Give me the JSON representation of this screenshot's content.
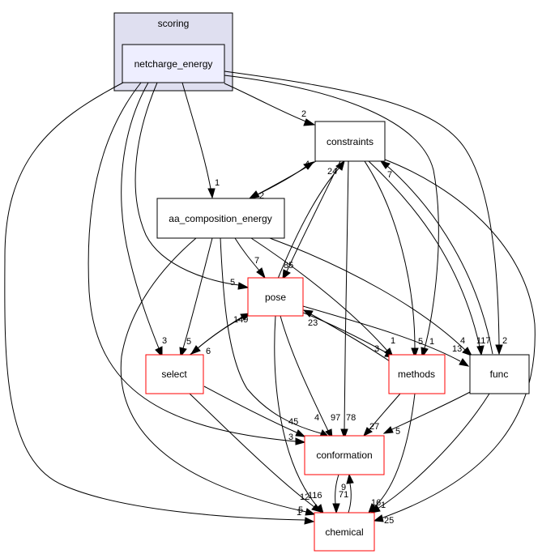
{
  "cluster": {
    "label": "scoring",
    "fill": "#dfdff0",
    "stroke": "#000000"
  },
  "nodes": {
    "netcharge_energy": {
      "label": "netcharge_energy",
      "fill": "#eeeeff",
      "stroke": "#000000"
    },
    "constraints": {
      "label": "constraints",
      "stroke": "#000000"
    },
    "aa_composition_energy": {
      "label": "aa_composition_energy",
      "stroke": "#000000"
    },
    "pose": {
      "label": "pose",
      "stroke": "#ff0000"
    },
    "select": {
      "label": "select",
      "stroke": "#ff0000"
    },
    "methods": {
      "label": "methods",
      "stroke": "#ff0000"
    },
    "func": {
      "label": "func",
      "stroke": "#000000"
    },
    "conformation": {
      "label": "conformation",
      "stroke": "#ff0000"
    },
    "chemical": {
      "label": "chemical",
      "stroke": "#ff0000"
    }
  },
  "edge_labels": {
    "nc_constraints": "2",
    "nc_aa": "1",
    "nc_pose": "5",
    "nc_select": "3",
    "nc_methods": "1",
    "nc_func": "2",
    "nc_conformation": "3",
    "nc_chemical": "5",
    "con_aa": "2",
    "aa_con": "4",
    "con_pose": "24",
    "pose_con": "85",
    "con_func": "117",
    "func_con": "7",
    "con_methods": "5",
    "con_conformation": "78",
    "con_chemical": "25",
    "aa_pose": "7",
    "aa_select": "5",
    "aa_methods": "1",
    "aa_func": "4",
    "aa_conformation": "4",
    "aa_chemical": "1",
    "pose_select": "6",
    "select_pose": "149",
    "pose_methods": "3",
    "methods_pose": "23",
    "pose_func": "13",
    "pose_conformation": "97",
    "pose_chemical": "116",
    "select_conformation": "45",
    "select_chemical": "12",
    "methods_conformation": "27",
    "methods_chemical": "16",
    "func_conformation": "5",
    "func_chemical": "1",
    "conformation_chemical": "71",
    "chemical_conformation": "9"
  }
}
